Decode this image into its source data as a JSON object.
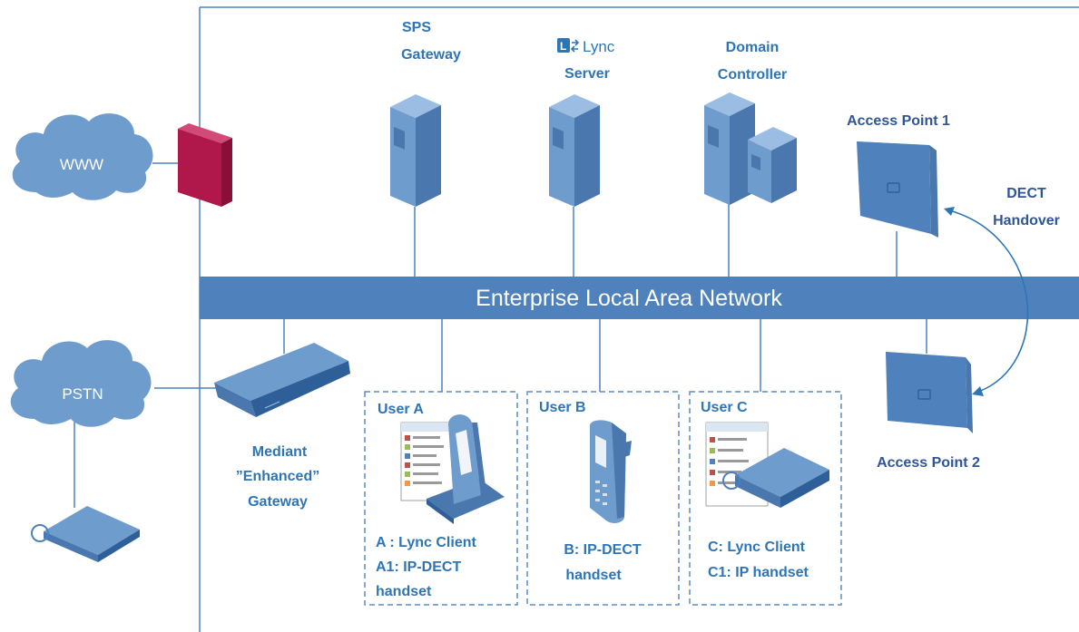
{
  "network": {
    "lan_label": "Enterprise Local Area Network",
    "clouds": {
      "www": "WWW",
      "pstn": "PSTN"
    }
  },
  "servers": {
    "sps": {
      "line1": "SPS",
      "line2": "Gateway"
    },
    "lync": {
      "brand": "Lync",
      "line2": "Server"
    },
    "dc": {
      "line1": "Domain",
      "line2": "Controller"
    }
  },
  "access_points": {
    "ap1": "Access Point 1",
    "ap2": "Access Point 2",
    "handover": {
      "line1": "DECT",
      "line2": "Handover"
    }
  },
  "gateway": {
    "line1": "Mediant",
    "line2": "”Enhanced”",
    "line3": "Gateway"
  },
  "users": {
    "a": {
      "title": "User A",
      "line1": "A : Lync Client",
      "line2": "A1: IP-DECT",
      "line3": "handset"
    },
    "b": {
      "title": "User B",
      "line1": "B: IP-DECT",
      "line2": "handset"
    },
    "c": {
      "title": "User C",
      "line1": "C: Lync Client",
      "line2": "C1: IP handset"
    }
  },
  "colors": {
    "lan": "#4f81bd",
    "device": "#6e9ccd",
    "device_dark": "#4a77ad",
    "label": "#2e75b6",
    "firewall": "#b0174a",
    "dashed_box": "#5b8ec5"
  },
  "icons": {
    "firewall": "firewall-icon",
    "server": "server-tower-icon",
    "access_point": "access-point-icon",
    "gateway": "gateway-appliance-icon",
    "phone": "desk-phone-icon",
    "handset": "dect-handset-icon",
    "client": "lync-client-window-icon"
  }
}
